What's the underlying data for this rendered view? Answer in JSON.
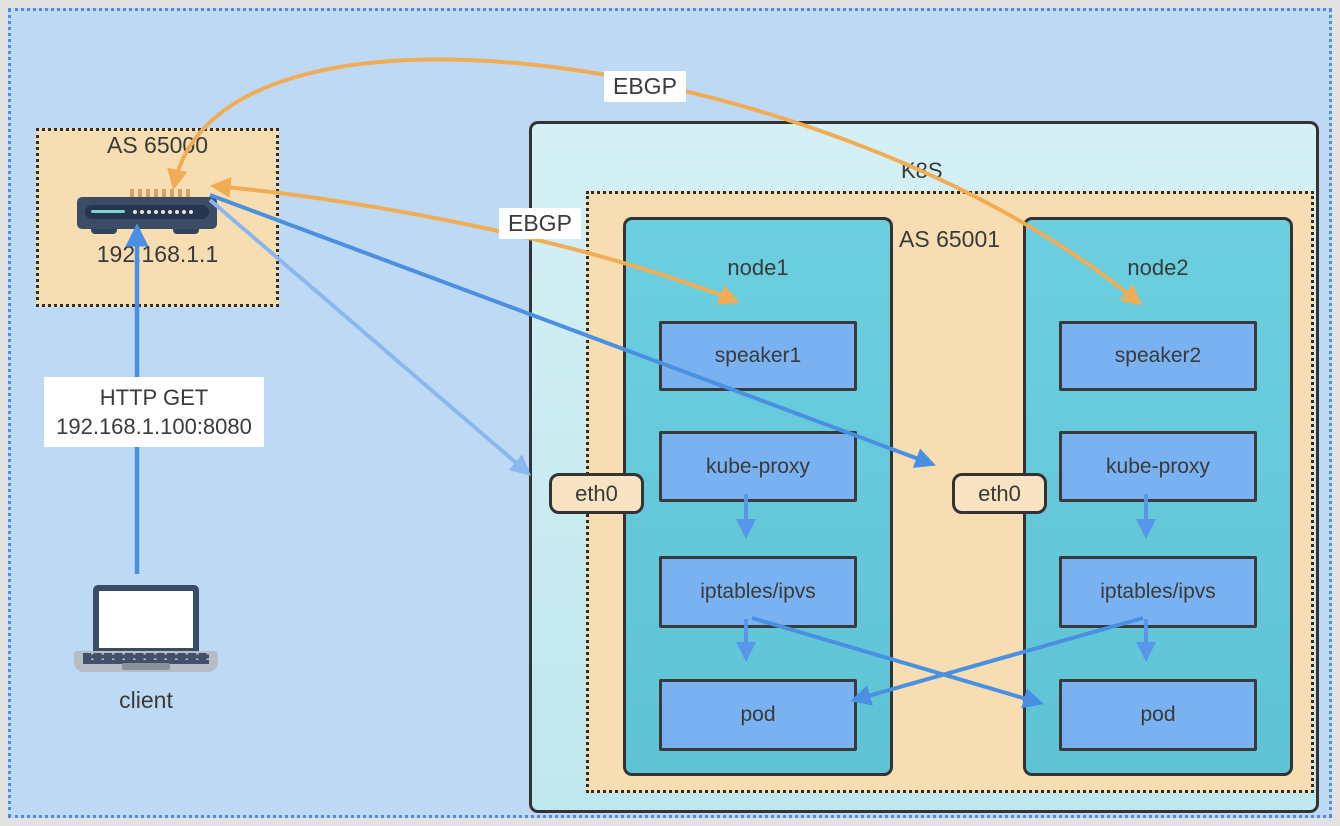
{
  "labels": {
    "ebgp_top": "EBGP",
    "ebgp_mid": "EBGP",
    "as65000": "AS 65000",
    "router_ip": "192.168.1.1",
    "http_request_line1": "HTTP GET",
    "http_request_line2": "192.168.1.100:8080",
    "client": "client",
    "k8s": "K8S",
    "as65001": "AS 65001",
    "node1_title": "node1",
    "node2_title": "node2",
    "eth0_node1": "eth0",
    "eth0_node2": "eth0"
  },
  "node1": {
    "components": [
      "speaker1",
      "kube-proxy",
      "iptables/ipvs",
      "pod"
    ]
  },
  "node2": {
    "components": [
      "speaker2",
      "kube-proxy",
      "iptables/ipvs",
      "pod"
    ]
  },
  "edges": [
    {
      "from": "router-192.168.1.1",
      "to": "speaker2",
      "label": "EBGP",
      "bidirectional": true,
      "color": "#f0ad55"
    },
    {
      "from": "router-192.168.1.1",
      "to": "speaker1",
      "label": "EBGP",
      "bidirectional": true,
      "color": "#f0ad55"
    },
    {
      "from": "client",
      "to": "router-192.168.1.1",
      "label": "HTTP GET 192.168.1.100:8080",
      "color": "#4a90e2"
    },
    {
      "from": "router-192.168.1.1",
      "to": "eth0-node1",
      "color": "#8ab8ee"
    },
    {
      "from": "router-192.168.1.1",
      "to": "eth0-node2",
      "color": "#4a90e2"
    },
    {
      "from": "kube-proxy-node1",
      "to": "iptables/ipvs-node1",
      "color": "#5796e8"
    },
    {
      "from": "iptables/ipvs-node1",
      "to": "pod-node1",
      "color": "#5796e8"
    },
    {
      "from": "kube-proxy-node2",
      "to": "iptables/ipvs-node2",
      "color": "#5796e8"
    },
    {
      "from": "iptables/ipvs-node2",
      "to": "pod-node2",
      "color": "#5796e8"
    },
    {
      "from": "iptables/ipvs-node1",
      "to": "pod-node2",
      "color": "#4a90e2"
    },
    {
      "from": "iptables/ipvs-node2",
      "to": "pod-node1",
      "color": "#4a90e2"
    }
  ],
  "colors": {
    "canvas_bg": "#bed9f4",
    "outer_margin": "#e2e2e2",
    "outer_dotted_border": "#5589e4",
    "as_box_bg": "#f6ddb2",
    "k8s_box_bg": "#cdeef2",
    "node_bg": "#66c9db",
    "component_bg": "#79b1f1",
    "border_dark": "#333333",
    "arrow_orange": "#f0ad55",
    "arrow_blue": "#4a90e2",
    "arrow_blue_pale": "#8ab8ee",
    "router_body": "#3b4c66",
    "label_bg": "#ffffff"
  }
}
